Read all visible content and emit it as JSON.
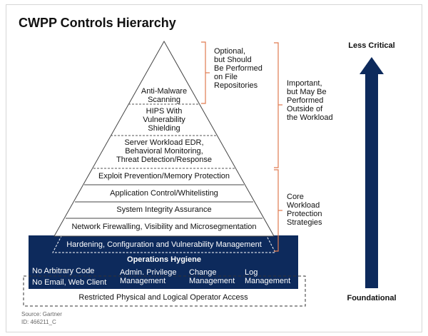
{
  "title": "CWPP Controls Hierarchy",
  "pyramid_layers": [
    {
      "id": "anti-malware",
      "lines": [
        "Anti-Malware",
        "Scanning"
      ]
    },
    {
      "id": "hips",
      "lines": [
        "HIPS With",
        "Vulnerability",
        "Shielding"
      ]
    },
    {
      "id": "edr",
      "lines": [
        "Server Workload EDR,",
        "Behavioral Monitoring,",
        "Threat Detection/Response"
      ]
    },
    {
      "id": "exploit",
      "lines": [
        "Exploit Prevention/Memory Protection"
      ]
    },
    {
      "id": "app-control",
      "lines": [
        "Application Control/Whitelisting"
      ]
    },
    {
      "id": "integrity",
      "lines": [
        "System Integrity Assurance"
      ]
    },
    {
      "id": "network",
      "lines": [
        "Network Firewalling, Visibility and Microsegmentation"
      ]
    },
    {
      "id": "hardening",
      "lines": [
        "Hardening, Configuration and Vulnerability Management"
      ]
    }
  ],
  "ops_hygiene": {
    "heading": "Operations Hygiene",
    "items": {
      "no_arbitrary_code": "No Arbitrary Code",
      "no_email": "No Email, Web Client",
      "admin_privilege": [
        "Admin. Privilege",
        "Management"
      ],
      "change_mgmt": [
        "Change",
        "Management"
      ],
      "log_mgmt": [
        "Log",
        "Management"
      ]
    }
  },
  "base": "Restricted Physical and Logical Operator Access",
  "brackets": {
    "optional": [
      "Optional,",
      "but Should",
      "Be Performed",
      "on File",
      "Repositories"
    ],
    "important": [
      "Important,",
      "but May Be",
      "Performed",
      "Outside of",
      "the Workload"
    ],
    "core": [
      "Core",
      "Workload",
      "Protection",
      "Strategies"
    ]
  },
  "axis": {
    "top": "Less Critical",
    "bottom": "Foundational"
  },
  "source": [
    "Source: Gartner",
    "ID: 466211_C"
  ],
  "colors": {
    "navy": "#0d2a5c",
    "bracket": "#e07a4f",
    "line": "#444444"
  }
}
